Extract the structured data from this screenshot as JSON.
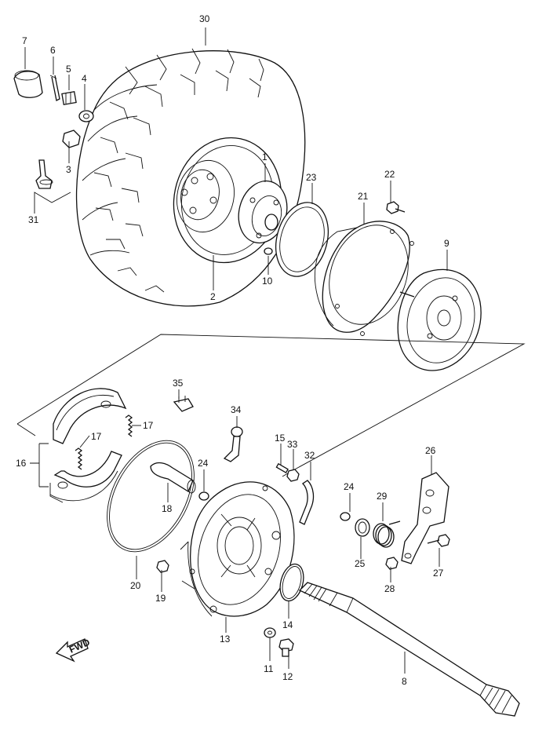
{
  "diagram": {
    "fwd_label": "FWD",
    "callouts": [
      {
        "id": "c30",
        "label": "30"
      },
      {
        "id": "c7",
        "label": "7"
      },
      {
        "id": "c6",
        "label": "6"
      },
      {
        "id": "c5",
        "label": "5"
      },
      {
        "id": "c4",
        "label": "4"
      },
      {
        "id": "c3",
        "label": "3"
      },
      {
        "id": "c31",
        "label": "31"
      },
      {
        "id": "c2",
        "label": "2"
      },
      {
        "id": "c1",
        "label": "1"
      },
      {
        "id": "c10",
        "label": "10"
      },
      {
        "id": "c23",
        "label": "23"
      },
      {
        "id": "c22",
        "label": "22"
      },
      {
        "id": "c21",
        "label": "21"
      },
      {
        "id": "c9",
        "label": "9"
      },
      {
        "id": "c35",
        "label": "35"
      },
      {
        "id": "c34",
        "label": "34"
      },
      {
        "id": "c17a",
        "label": "17"
      },
      {
        "id": "c17b",
        "label": "17"
      },
      {
        "id": "c16",
        "label": "16"
      },
      {
        "id": "c15",
        "label": "15"
      },
      {
        "id": "c33",
        "label": "33"
      },
      {
        "id": "c32",
        "label": "32"
      },
      {
        "id": "c26",
        "label": "26"
      },
      {
        "id": "c24a",
        "label": "24"
      },
      {
        "id": "c24b",
        "label": "24"
      },
      {
        "id": "c29",
        "label": "29"
      },
      {
        "id": "c18",
        "label": "18"
      },
      {
        "id": "c25",
        "label": "25"
      },
      {
        "id": "c27",
        "label": "27"
      },
      {
        "id": "c28",
        "label": "28"
      },
      {
        "id": "c20",
        "label": "20"
      },
      {
        "id": "c19",
        "label": "19"
      },
      {
        "id": "c13",
        "label": "13"
      },
      {
        "id": "c14",
        "label": "14"
      },
      {
        "id": "c11",
        "label": "11"
      },
      {
        "id": "c12",
        "label": "12"
      },
      {
        "id": "c8",
        "label": "8"
      }
    ]
  }
}
